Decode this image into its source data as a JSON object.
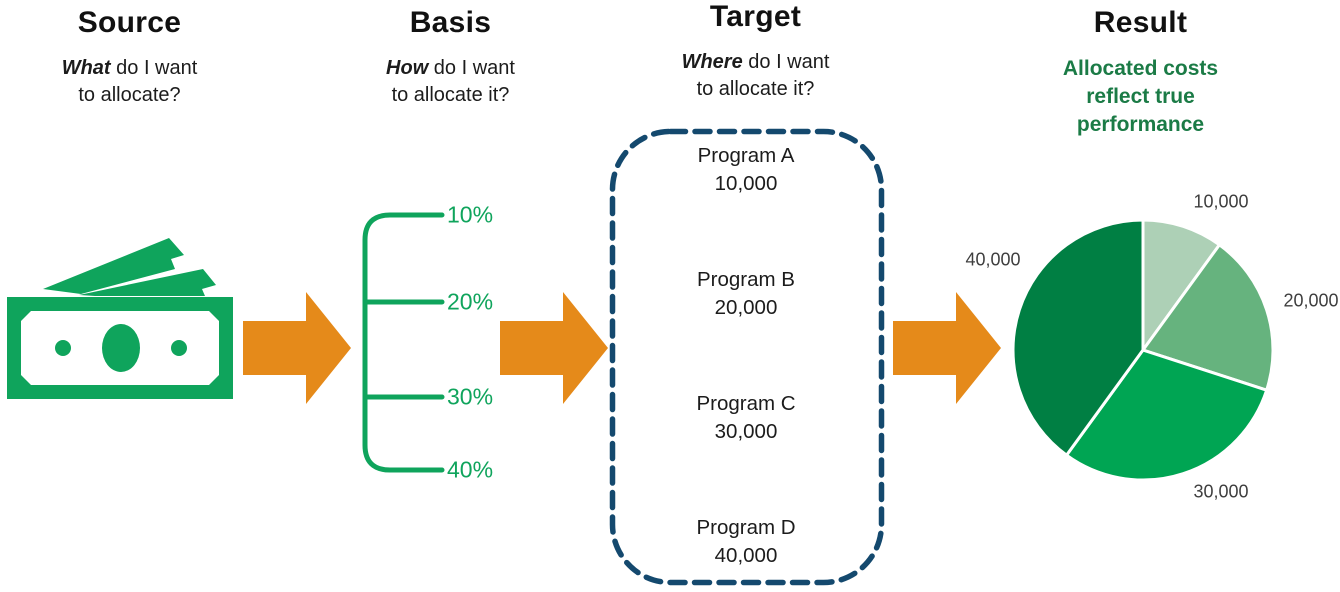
{
  "steps": {
    "source": {
      "title": "Source",
      "q_emph": "What",
      "q_rest": " do I want",
      "q_line2": "to allocate?"
    },
    "basis": {
      "title": "Basis",
      "q_emph": "How",
      "q_rest": " do I want",
      "q_line2": "to allocate it?",
      "percentages": [
        "10%",
        "20%",
        "30%",
        "40%"
      ]
    },
    "target": {
      "title": "Target",
      "q_emph": "Where",
      "q_rest": " do I want",
      "q_line2": "to allocate it?",
      "programs": [
        {
          "name": "Program A",
          "value": "10,000"
        },
        {
          "name": "Program B",
          "value": "20,000"
        },
        {
          "name": "Program C",
          "value": "30,000"
        },
        {
          "name": "Program D",
          "value": "40,000"
        }
      ]
    },
    "result": {
      "title": "Result",
      "subtitle_lines": [
        "Allocated costs",
        "reflect true",
        "performance"
      ]
    }
  },
  "chart_data": {
    "type": "pie",
    "labels": [
      "10,000",
      "20,000",
      "30,000",
      "40,000"
    ],
    "values": [
      10000,
      20000,
      30000,
      40000
    ],
    "percentages": [
      10,
      20,
      30,
      40
    ],
    "colors": [
      "#ADD0B6",
      "#66B37E",
      "#00A553",
      "#007F43"
    ],
    "start_angle_deg": 0,
    "direction": "clockwise",
    "slice_border_color": "#FFFFFF",
    "label_color": "#3F3F3F",
    "legend": "none"
  },
  "colors": {
    "brand_green": "#0FA45C",
    "result_text_green": "#1B7B46",
    "arrow_orange": "#E58A1A",
    "target_border_navy": "#14496E",
    "title_black": "#111111",
    "body_text": "#1C1C1C"
  }
}
